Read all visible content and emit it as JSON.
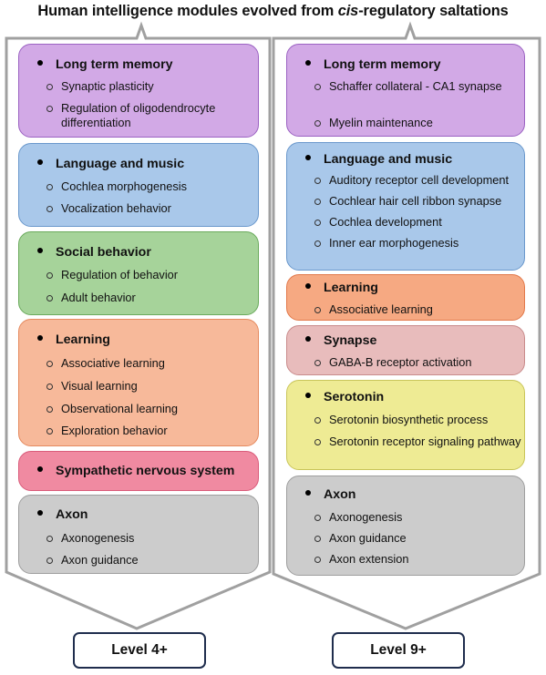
{
  "title_main": "Human intelligence modules evolved from ",
  "title_italic": "cis",
  "title_tail": "-regulatory saltations",
  "columns": [
    {
      "level": "Level 4+",
      "modules": [
        {
          "name": "Long term memory",
          "color": "#d2a9e6",
          "border": "#9b62c2",
          "items": [
            "Synaptic plasticity",
            "Regulation of oligodendrocyte differentiation"
          ]
        },
        {
          "name": "Language and music",
          "color": "#a9c8ea",
          "border": "#6a98cc",
          "items": [
            "Cochlea morphogenesis",
            "Vocalization behavior"
          ]
        },
        {
          "name": "Social behavior",
          "color": "#a6d39a",
          "border": "#6aaa5c",
          "items": [
            "Regulation of behavior",
            "Adult behavior"
          ]
        },
        {
          "name": "Learning",
          "color": "#f7b99a",
          "border": "#e58a5f",
          "items": [
            "Associative learning",
            "Visual learning",
            "Observational learning",
            "Exploration behavior"
          ]
        },
        {
          "name": "Sympathetic nervous system",
          "color": "#f08aa1",
          "border": "#d95b7a",
          "items": []
        },
        {
          "name": "Axon",
          "color": "#cccccc",
          "border": "#9e9e9e",
          "items": [
            "Axonogenesis",
            "Axon guidance"
          ]
        }
      ]
    },
    {
      "level": "Level 9+",
      "modules": [
        {
          "name": "Long term memory",
          "color": "#d2a9e6",
          "border": "#9b62c2",
          "items": [
            "Schaffer collateral - CA1 synapse",
            "Myelin maintenance"
          ]
        },
        {
          "name": "Language and music",
          "color": "#a9c8ea",
          "border": "#6a98cc",
          "items": [
            "Auditory receptor cell development",
            "Cochlear hair cell ribbon synapse",
            "Cochlea development",
            "Inner ear morphogenesis"
          ]
        },
        {
          "name": "Learning",
          "color": "#f6a982",
          "border": "#e2794b",
          "items": [
            "Associative learning"
          ]
        },
        {
          "name": "Synapse",
          "color": "#e8bcbc",
          "border": "#c98b8b",
          "items": [
            "GABA-B receptor activation"
          ]
        },
        {
          "name": "Serotonin",
          "color": "#eeeb94",
          "border": "#c9c55a",
          "items": [
            "Serotonin biosynthetic process",
            "Serotonin receptor signaling pathway"
          ]
        },
        {
          "name": "Axon",
          "color": "#cccccc",
          "border": "#9e9e9e",
          "items": [
            "Axonogenesis",
            "Axon guidance",
            "Axon extension"
          ]
        }
      ]
    }
  ]
}
